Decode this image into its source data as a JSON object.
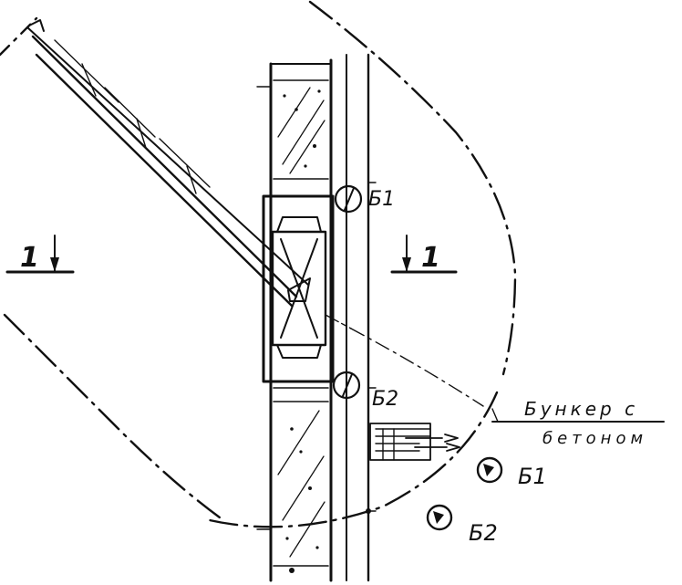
{
  "section_marks": {
    "left": "1",
    "right": "1"
  },
  "bucket_callout": {
    "line1": "Бункер с",
    "line2": "бетоном"
  },
  "bucket_positions": [
    {
      "label": "Б1"
    },
    {
      "label": "Б2"
    }
  ],
  "column_marks": [
    {
      "label": "Б1"
    },
    {
      "label": "Б2"
    }
  ]
}
